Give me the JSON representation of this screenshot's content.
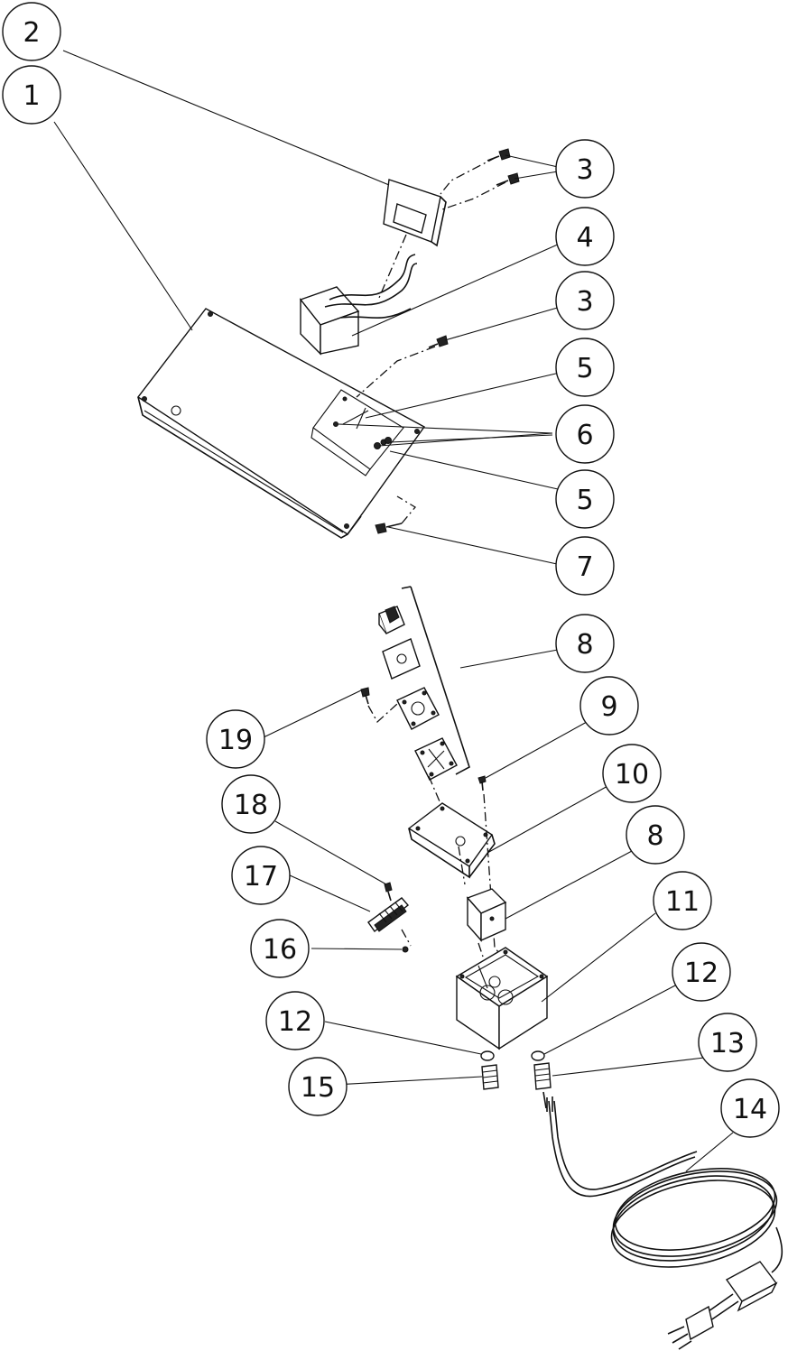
{
  "diagram": {
    "callouts": [
      {
        "id": "c2",
        "label": "2"
      },
      {
        "id": "c1",
        "label": "1"
      },
      {
        "id": "c3a",
        "label": "3"
      },
      {
        "id": "c4",
        "label": "4"
      },
      {
        "id": "c3b",
        "label": "3"
      },
      {
        "id": "c5a",
        "label": "5"
      },
      {
        "id": "c6",
        "label": "6"
      },
      {
        "id": "c5b",
        "label": "5"
      },
      {
        "id": "c7",
        "label": "7"
      },
      {
        "id": "c8a",
        "label": "8"
      },
      {
        "id": "c9",
        "label": "9"
      },
      {
        "id": "c19",
        "label": "19"
      },
      {
        "id": "c10",
        "label": "10"
      },
      {
        "id": "c18",
        "label": "18"
      },
      {
        "id": "c8b",
        "label": "8"
      },
      {
        "id": "c17",
        "label": "17"
      },
      {
        "id": "c11",
        "label": "11"
      },
      {
        "id": "c16",
        "label": "16"
      },
      {
        "id": "c12a",
        "label": "12"
      },
      {
        "id": "c12b",
        "label": "12"
      },
      {
        "id": "c13",
        "label": "13"
      },
      {
        "id": "c15",
        "label": "15"
      },
      {
        "id": "c14",
        "label": "14"
      }
    ]
  }
}
